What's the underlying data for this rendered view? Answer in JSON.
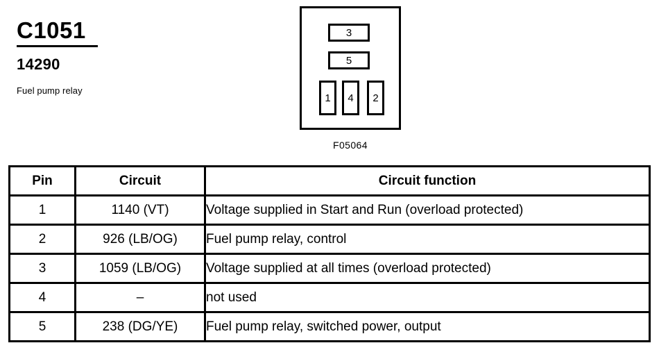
{
  "header": {
    "connector_id": "C1051",
    "part_number": "14290",
    "component_name": "Fuel pump relay"
  },
  "diagram": {
    "code": "F05064",
    "slots": [
      {
        "label": "3",
        "orientation": "horizontal"
      },
      {
        "label": "5",
        "orientation": "horizontal"
      },
      {
        "label": "1",
        "orientation": "vertical"
      },
      {
        "label": "4",
        "orientation": "vertical"
      },
      {
        "label": "2",
        "orientation": "vertical"
      }
    ]
  },
  "table": {
    "headers": {
      "pin": "Pin",
      "circuit": "Circuit",
      "function": "Circuit function"
    },
    "rows": [
      {
        "pin": "1",
        "circuit": "1140 (VT)",
        "function": "Voltage supplied in Start and Run (overload protected)"
      },
      {
        "pin": "2",
        "circuit": "926 (LB/OG)",
        "function": "Fuel pump relay, control"
      },
      {
        "pin": "3",
        "circuit": "1059 (LB/OG)",
        "function": "Voltage supplied at all times (overload protected)"
      },
      {
        "pin": "4",
        "circuit": "–",
        "function": "not used"
      },
      {
        "pin": "5",
        "circuit": "238 (DG/YE)",
        "function": "Fuel pump relay, switched power, output"
      }
    ]
  },
  "colors": {
    "ink": "#000000",
    "paper": "#ffffff"
  }
}
